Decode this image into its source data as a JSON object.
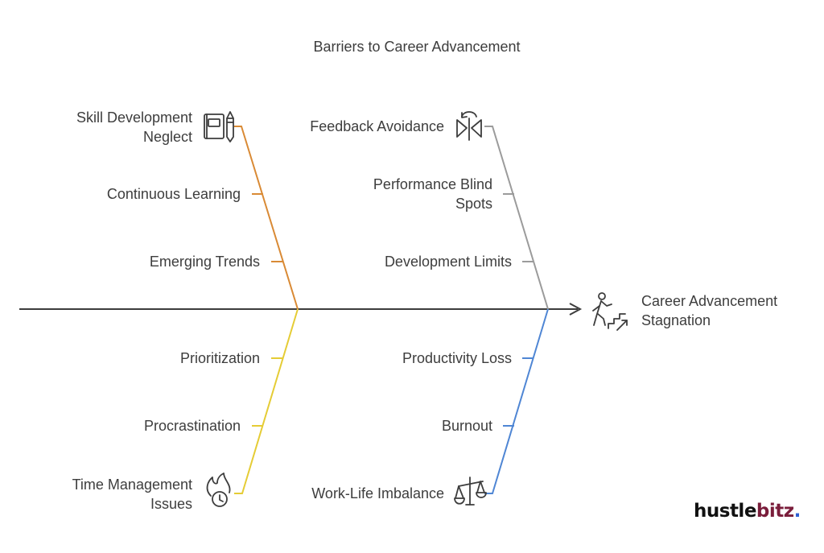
{
  "title": "Barriers to Career Advancement",
  "effect": {
    "label": "Career Advancement\nStagnation",
    "icon": "person-climbing-stairs-icon"
  },
  "branches": {
    "top_left": {
      "color": "#d98a35",
      "head": {
        "label": "Skill Development\nNeglect",
        "icon": "notebook-pencil-icon"
      },
      "causes": [
        "Continuous Learning",
        "Emerging Trends"
      ]
    },
    "top_right": {
      "color": "#9b9b9b",
      "head": {
        "label": "Feedback Avoidance",
        "icon": "flip-arrows-icon"
      },
      "causes": [
        "Performance Blind\nSpots",
        "Development Limits"
      ]
    },
    "bottom_left": {
      "color": "#e5cc35",
      "head": {
        "label": "Time Management\nIssues",
        "icon": "burning-clock-icon"
      },
      "causes": [
        "Prioritization",
        "Procrastination"
      ]
    },
    "bottom_right": {
      "color": "#4f86d4",
      "head": {
        "label": "Work-Life Imbalance",
        "icon": "balance-scale-icon"
      },
      "causes": [
        "Productivity Loss",
        "Burnout"
      ]
    }
  },
  "spine_color": "#3d3d3d",
  "brand": {
    "part1": "hustle",
    "part2": "bitz",
    "dot": "."
  }
}
